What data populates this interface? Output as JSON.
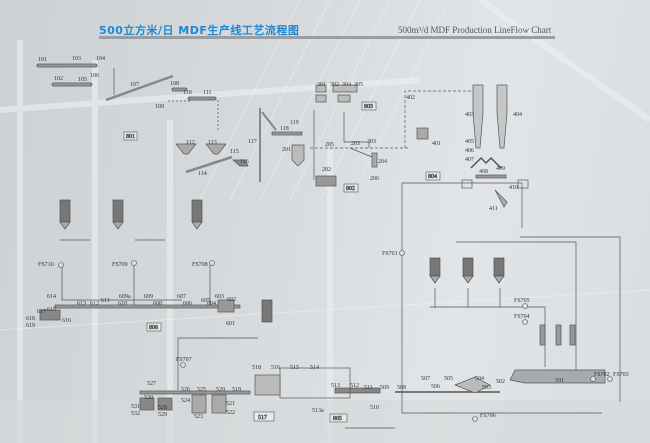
{
  "header": {
    "title_cn": "500立方米/日 MDF生产线工艺流程图",
    "title_en": "500m³/d  MDF Production LineFlow Chart"
  },
  "labels": {
    "l101": "101",
    "l102": "102",
    "l103": "103",
    "l104": "104",
    "l105": "105",
    "l106": "106",
    "l107": "107",
    "l108": "108",
    "l109": "109",
    "l110": "110",
    "l111": "111",
    "l112": "112",
    "l113": "113",
    "l114": "114",
    "l115": "115",
    "l116": "116",
    "l117": "117",
    "l118": "118",
    "l119": "119",
    "l201": "201",
    "l202": "202",
    "l203": "203",
    "l204": "204",
    "l205": "205",
    "l206": "206",
    "l301": "301",
    "l302": "302",
    "l303": "303",
    "l304": "304",
    "l305": "305",
    "l401": "401",
    "l402": "402",
    "l403": "403",
    "l404": "404",
    "l405": "405",
    "l406": "406",
    "l407": "407",
    "l408": "408",
    "l409": "409",
    "l410": "410",
    "l411": "411",
    "l501": "501",
    "l502": "502",
    "l503": "503",
    "l504": "504",
    "l505": "505",
    "l506": "506",
    "l507": "507",
    "l508": "508",
    "l509": "509",
    "l510": "510",
    "l511": "511",
    "l512": "512",
    "l513": "513",
    "l513a": "513a",
    "l514": "514",
    "l515": "515",
    "l516": "516",
    "l518": "518",
    "l519": "519",
    "l520": "520",
    "l521": "521",
    "l522": "522",
    "l523": "523",
    "l524": "524",
    "l525": "525",
    "l526": "526",
    "l527": "527",
    "l528": "528",
    "l529": "529",
    "l530": "530",
    "l531": "531",
    "l532": "532",
    "l601": "601",
    "l602": "602",
    "l603": "603",
    "l604": "604",
    "l605": "605",
    "l606": "606",
    "l607": "607",
    "l608": "608",
    "l609": "609",
    "l609a": "609a",
    "l610": "610",
    "l611": "611",
    "l612": "612",
    "l613": "613",
    "l614": "614",
    "l615": "615",
    "l616": "616",
    "l617": "617",
    "l618": "618",
    "l619": "619",
    "fs701": "FS701",
    "fs702": "FS702",
    "fs703": "FS703",
    "fs704": "FS704",
    "fs705": "FS705",
    "fs706": "FS706",
    "fs707": "FS707",
    "fs708": "FS708",
    "fs709": "FS709",
    "fs710": "FS710"
  },
  "boxes": {
    "b517": "517",
    "b801": "801",
    "b802": "802",
    "b803": "803",
    "b804": "804",
    "b805": "805",
    "b806": "806"
  },
  "colors": {
    "title": "#1a8ad6",
    "line": "#555555",
    "equipment": "#8a8e91"
  }
}
